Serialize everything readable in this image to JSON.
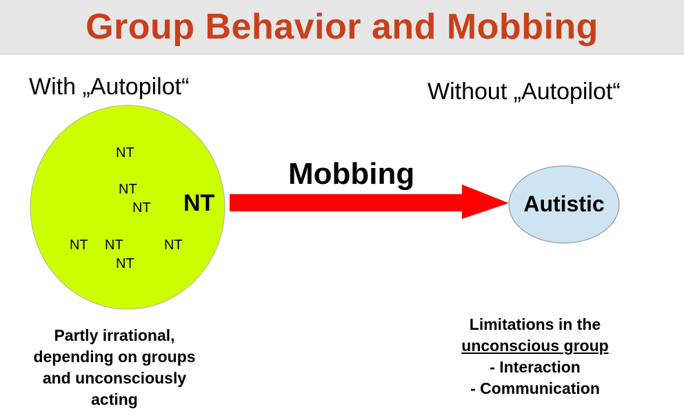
{
  "title": "Group Behavior and Mobbing",
  "left": {
    "heading": "With „Autopilot“",
    "group_members": [
      "NT",
      "NT",
      "NT",
      "NT",
      "NT",
      "NT",
      "NT"
    ],
    "featured_member": "NT",
    "caption": [
      "Partly irrational,",
      "depending on groups",
      "and unconsciously",
      "acting"
    ],
    "circle_color": "#ccff00"
  },
  "arrow": {
    "label": "Mobbing",
    "color": "#ff0000"
  },
  "right": {
    "heading": "Without „Autopilot“",
    "node_label": "Autistic",
    "node_color": "#cfe4f2",
    "caption": [
      "Limitations in the",
      "unconscious group",
      "- Interaction",
      "- Communication"
    ]
  },
  "colors": {
    "title": "#c8401a",
    "title_bar": "#e6e6e6"
  }
}
